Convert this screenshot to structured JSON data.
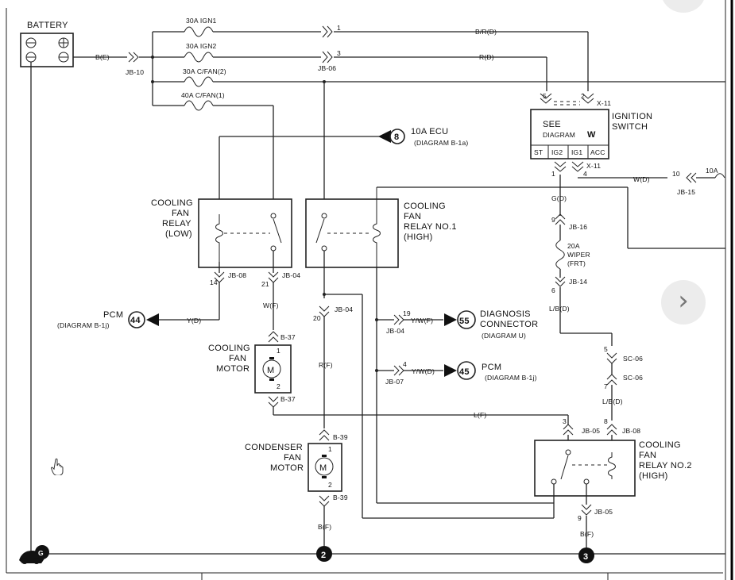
{
  "battery": {
    "label": "BATTERY",
    "plus": "⊕",
    "minus": "⊖"
  },
  "fuses": [
    {
      "label": "30A IGN1"
    },
    {
      "label": "30A IGN2"
    },
    {
      "label": "30A C/FAN(2)"
    },
    {
      "label": "40A C/FAN(1)"
    },
    {
      "label": "20A"
    },
    {
      "label": "WIPER"
    },
    {
      "label": "(FRT)"
    }
  ],
  "wires": {
    "b_e": "B(E)",
    "b_r_d": "B/R(D)",
    "r_d": "R(D)",
    "w_d": "W(D)",
    "g_d": "G(D)",
    "y_d": "Y(D)",
    "w_f": "W(F)",
    "r_f": "R(F)",
    "l_f": "L(F)",
    "y_w_f": "Y/W(F)",
    "y_w_d": "Y/W(D)",
    "l_b_d": "L/B(D)",
    "l_b_d2": "L/B(D)",
    "b_f1": "B(F)",
    "b_f2": "B(F)"
  },
  "connectors": {
    "jb10": "JB-10",
    "jb06": "JB-06",
    "x11a": "X-11",
    "x11b": "X-11",
    "jb15": "JB-15",
    "jb16": "JB-16",
    "jb14": "JB-14",
    "jb08a": "JB-08",
    "jb04a": "JB-04",
    "jb04b": "JB-04",
    "jb04c": "JB-04",
    "jb07": "JB-07",
    "b37a": "B-37",
    "b37b": "B-37",
    "b39a": "B-39",
    "b39b": "B-39",
    "sc06a": "SC-06",
    "sc06b": "SC-06",
    "jb05a": "JB-05",
    "jb08b": "JB-08",
    "jb05b": "JB-05"
  },
  "pins": {
    "p1": "1",
    "p3": "3",
    "p5": "5",
    "p2": "2",
    "p1b": "1",
    "p4": "4",
    "p10": "10",
    "p9": "9",
    "p6": "6",
    "p14": "14",
    "p21": "21",
    "p20": "20",
    "p19": "19",
    "p4b": "4",
    "p5b": "5",
    "p7": "7",
    "p3b": "3",
    "p8": "8",
    "p9b": "9",
    "m1a": "1",
    "m2a": "2",
    "m1b": "1",
    "m2b": "2"
  },
  "ignition": {
    "see": "SEE",
    "diagram": "DIAGRAM",
    "diagram_letter": "W",
    "title1": "IGNITION",
    "title2": "SWITCH",
    "terminals": [
      "ST",
      "IG2",
      "IG1",
      "ACC"
    ]
  },
  "refs": {
    "ecu_num": "8",
    "ecu1": "10A ECU",
    "ecu2": "(DIAGRAM B-1a)",
    "fuse10a": "10A",
    "pcm44_num": "44",
    "pcm44_1": "PCM",
    "pcm44_2": "(DIAGRAM B-1j)",
    "diag55_num": "55",
    "diag55_1": "DIAGNOSIS",
    "diag55_2": "CONNECTOR",
    "diag55_3": "(DIAGRAM U)",
    "pcm45_num": "45",
    "pcm45_1": "PCM",
    "pcm45_2": "(DIAGRAM B-1j)"
  },
  "relays": {
    "low": [
      "COOLING",
      "FAN",
      "RELAY",
      "(LOW)"
    ],
    "high1": [
      "COOLING",
      "FAN",
      "RELAY NO.1",
      "(HIGH)"
    ],
    "no2": [
      "COOLING",
      "FAN",
      "RELAY NO.2",
      "(HIGH)"
    ]
  },
  "motors": {
    "cooling": [
      "COOLING",
      "FAN",
      "MOTOR"
    ],
    "condenser": [
      "CONDENSER",
      "FAN",
      "MOTOR"
    ],
    "m": "M"
  },
  "grounds": {
    "g": "G",
    "two": "2",
    "three": "3"
  },
  "nav": {
    "next": "›"
  }
}
